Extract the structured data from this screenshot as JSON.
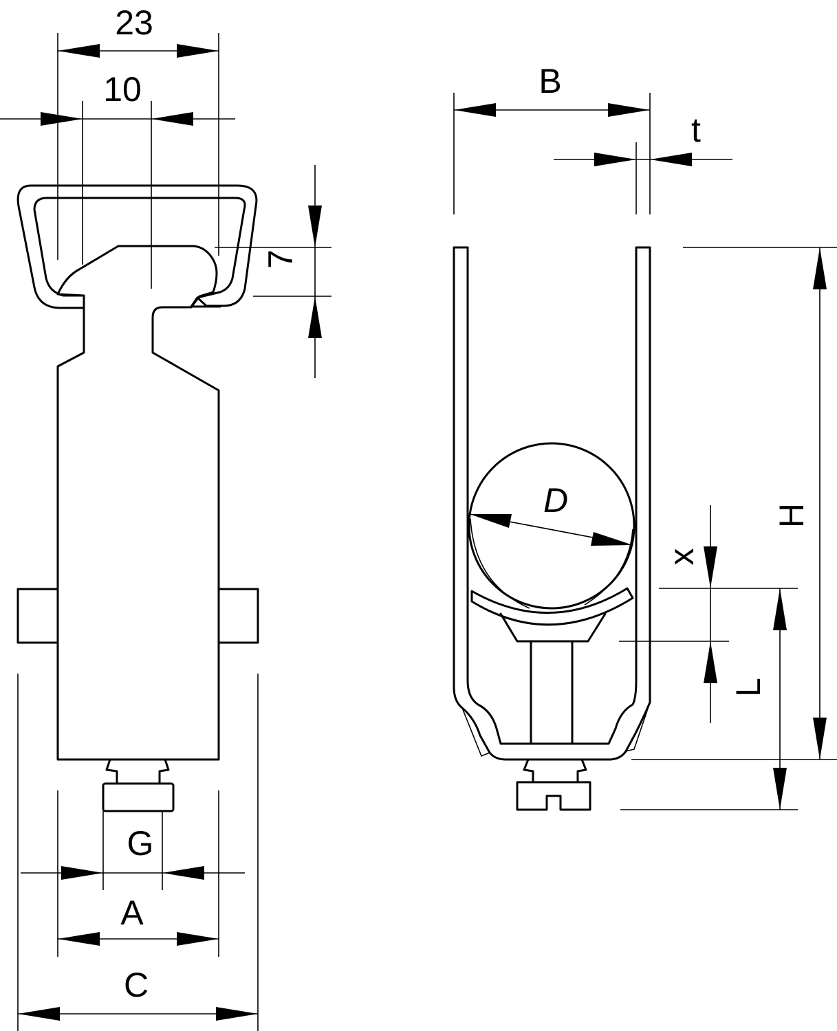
{
  "drawing": {
    "front_view": {
      "dim_width_total": "23",
      "dim_width_inner": "10",
      "dim_height_slot": "7",
      "dim_screw": "G",
      "dim_base": "A",
      "dim_overall": "C"
    },
    "side_view": {
      "dim_width": "B",
      "dim_thickness": "t",
      "dim_diameter": "D",
      "dim_height": "H",
      "dim_offset": "x",
      "dim_length": "L"
    }
  }
}
